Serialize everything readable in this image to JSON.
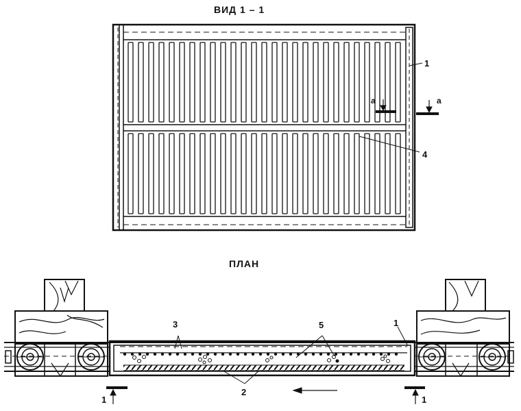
{
  "view": {
    "title": "ВИД 1 – 1",
    "labels": {
      "frame": "1",
      "rib": "4",
      "section": "а"
    }
  },
  "plan": {
    "title": "ПЛАН",
    "labels": {
      "tubes": "3",
      "inclusions": "5",
      "frame": "1",
      "bottom": "2",
      "cut": "1"
    }
  }
}
